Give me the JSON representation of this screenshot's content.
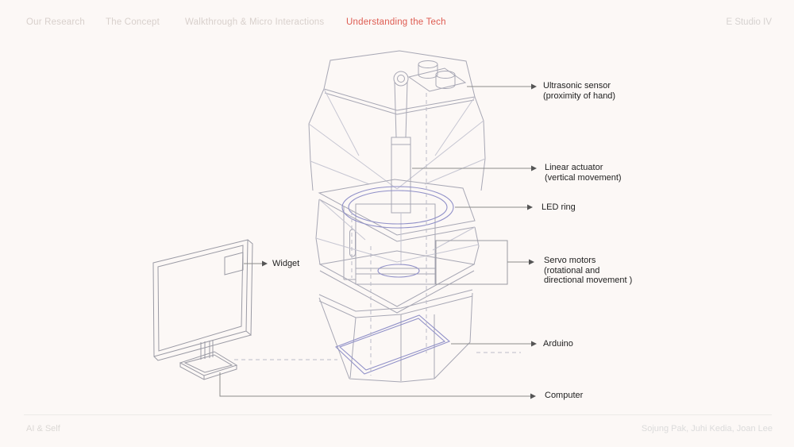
{
  "nav": {
    "items": [
      {
        "label": "Our Research",
        "active": false
      },
      {
        "label": "The Concept",
        "active": false
      },
      {
        "label": "Walkthrough & Micro Interactions",
        "active": false
      },
      {
        "label": "Understanding the Tech",
        "active": true
      }
    ],
    "studio_label": "E Studio IV",
    "active_color": "#de5b51",
    "inactive_color": "#d8d0cc"
  },
  "footer": {
    "project": "AI & Self",
    "authors": "Sojung Pak, Juhi Kedia, Joan Lee"
  },
  "diagram": {
    "labels": {
      "ultrasonic": {
        "title": "Ultrasonic sensor",
        "subtitle": "(proximity of hand)"
      },
      "linear_actuator": {
        "title": "Linear actuator",
        "subtitle": "(vertical movement)"
      },
      "led_ring": {
        "title": "LED ring"
      },
      "servo_motors": {
        "title": "Servo motors",
        "subtitle": "(rotational and",
        "subtitle2": "directional movement )"
      },
      "arduino": {
        "title": "Arduino"
      },
      "computer": {
        "title": "Computer"
      },
      "widget": {
        "title": "Widget"
      }
    },
    "colors": {
      "device_line_gray": "#a7a7b4",
      "device_crease_gray": "#c6c6d2",
      "device_line_blue": "#9090c8",
      "monitor_gray": "#9a9aa4",
      "leader_line": "#8b8b8b",
      "arrowhead": "#555555",
      "background": "#fcf8f6"
    }
  }
}
